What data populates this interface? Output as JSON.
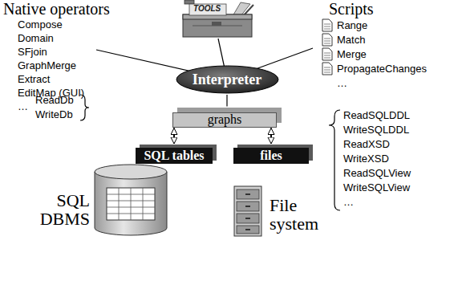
{
  "diagram": {
    "nodes": [
      {
        "text": [
          "Interpreter"
        ]
      },
      {
        "text": [
          "graphs"
        ]
      },
      {
        "text": [
          "SQL tables"
        ]
      },
      {
        "text": [
          "files"
        ]
      }
    ],
    "edges": [
      {
        "from": 0,
        "to": 1,
        "arrow": "none"
      },
      {
        "from": 1,
        "to": 2,
        "arrow": "both"
      },
      {
        "from": 1,
        "to": 3,
        "arrow": "both"
      }
    ],
    "labels": [
      "Native operators",
      "Compose",
      "Domain",
      "SFjoin",
      "GraphMerge",
      "Extract",
      "EditMap (GUI)",
      "…",
      "TOOLS",
      "Scripts",
      "Range",
      "Match",
      "Merge",
      "PropagateChanges",
      "…",
      "ReadDb",
      "WriteDb",
      "ReadSQLDDL",
      "WriteSQLDDL",
      "ReadXSD",
      "WriteXSD",
      "ReadSQLView",
      "WriteSQLView",
      "…",
      "SQL DBMS",
      "File system"
    ]
  }
}
